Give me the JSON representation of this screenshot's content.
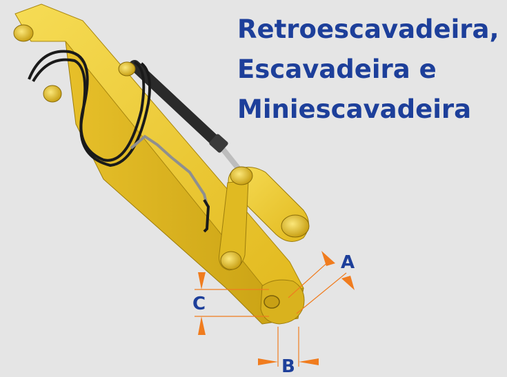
{
  "title": {
    "line1": "Retroescavadeira,",
    "line2": "Escavadeira e",
    "line3": "Miniescavadeira"
  },
  "dimensions": {
    "a": "A",
    "b": "B",
    "c": "C"
  },
  "colors": {
    "background": "#e5e5e5",
    "title_text": "#1d3f9a",
    "boom_yellow": "#e8c42a",
    "boom_shadow": "#b89512",
    "dimension_arrow": "#f07c1e",
    "hose_black": "#1a1a1a"
  }
}
